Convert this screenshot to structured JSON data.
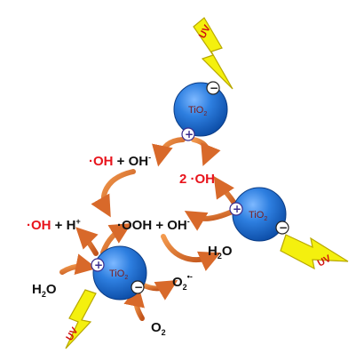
{
  "particles": {
    "top": {
      "label": "TiO",
      "sub": "2",
      "hole": "+",
      "electron": "−"
    },
    "right": {
      "label": "TiO",
      "sub": "2",
      "hole": "+",
      "electron": "−"
    },
    "bottom": {
      "label": "TiO",
      "sub": "2",
      "hole": "+",
      "electron": "−"
    }
  },
  "uv": {
    "label": "UV"
  },
  "species": {
    "oh_radical_left": {
      "dot": "·",
      "text": "OH",
      "plus": "+ OH",
      "sup": "-"
    },
    "two_oh": {
      "text": "2 ·OH"
    },
    "oh_h": {
      "dot": "·",
      "text": "OH",
      "plus": "+ H",
      "sup": "+"
    },
    "ooh": {
      "text": "·OOH + OH",
      "sup": "-"
    },
    "h2o_right": {
      "text": "H",
      "sub": "2",
      "tail": "O"
    },
    "h2o_left": {
      "text": "H",
      "sub": "2",
      "tail": "O"
    },
    "superoxide": {
      "text": "O",
      "sub": "2",
      "sup": "•-"
    },
    "o2": {
      "text": "O",
      "sub": "2"
    }
  },
  "colors": {
    "sphere": "#2e7fe0",
    "sphere_dark": "#0d4ea8",
    "arrow": "#e0732a",
    "bolt": "#f4f00e",
    "radical": "#e8141c"
  }
}
